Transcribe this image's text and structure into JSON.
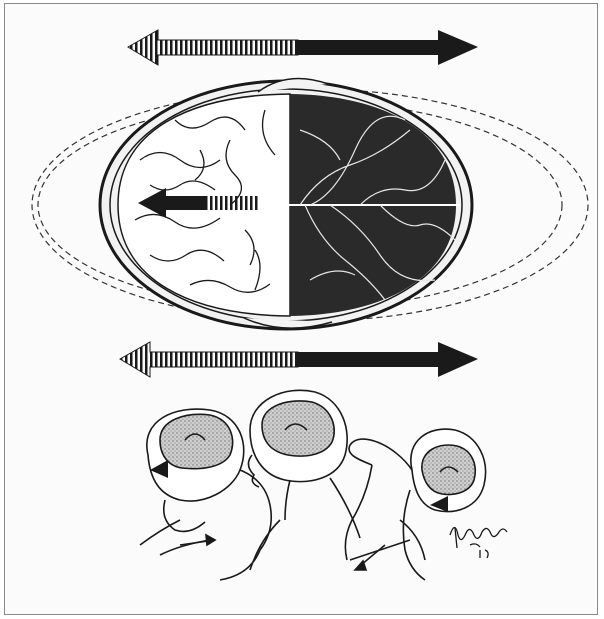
{
  "illustration": {
    "upper_panel": {
      "subject": "brain-top-view-in-skull",
      "arrows": [
        "top-double-arrow",
        "inner-brain-arrow",
        "bottom-double-arrow"
      ],
      "motion_outline": "dashed-ellipses"
    },
    "lower_panel": {
      "subject": "infant-shaking-sequence",
      "figures": [
        "infant-head-forward",
        "infant-head-upright",
        "infant-head-back"
      ],
      "arrows": [
        "front-impact-arrow",
        "back-impact-arrow",
        "hand-push-arrow-left",
        "hand-push-arrow-right"
      ]
    },
    "signature": {
      "text": "Hampriest\n1/85",
      "rendered_as": "handwritten-signature-image"
    },
    "colors": {
      "ink": "#1a1a1a",
      "brain_fill": "#b8b8b8",
      "background": "#fbfbfb"
    }
  }
}
